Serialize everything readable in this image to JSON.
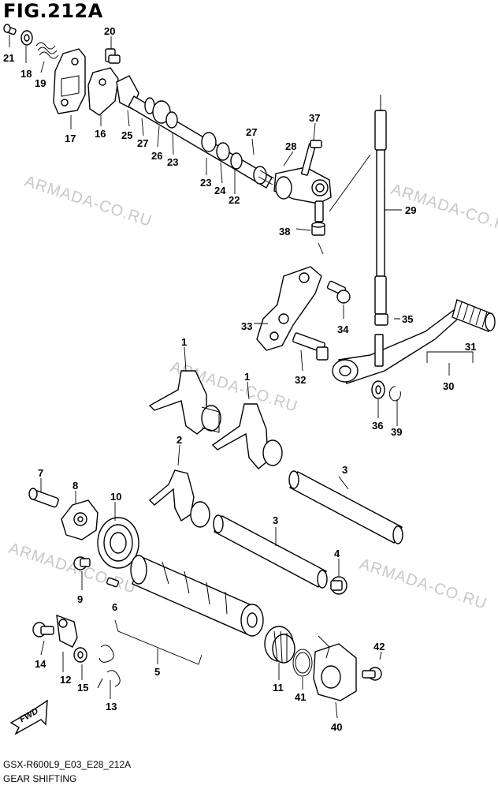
{
  "title": "FIG.212A",
  "footer": {
    "code": "GSX-R600L9_E03_E28_212A",
    "name": "GEAR SHIFTING"
  },
  "watermark": "ARMADA-CO.RU",
  "fwd_label": "FWD",
  "callouts": [
    "1",
    "1",
    "2",
    "3",
    "3",
    "4",
    "5",
    "6",
    "7",
    "8",
    "9",
    "10",
    "11",
    "12",
    "13",
    "14",
    "15",
    "16",
    "17",
    "18",
    "19",
    "20",
    "21",
    "22",
    "23",
    "23",
    "24",
    "25",
    "26",
    "27",
    "27",
    "28",
    "29",
    "30",
    "31",
    "32",
    "33",
    "34",
    "35",
    "36",
    "37",
    "38",
    "39",
    "40",
    "41",
    "42"
  ]
}
